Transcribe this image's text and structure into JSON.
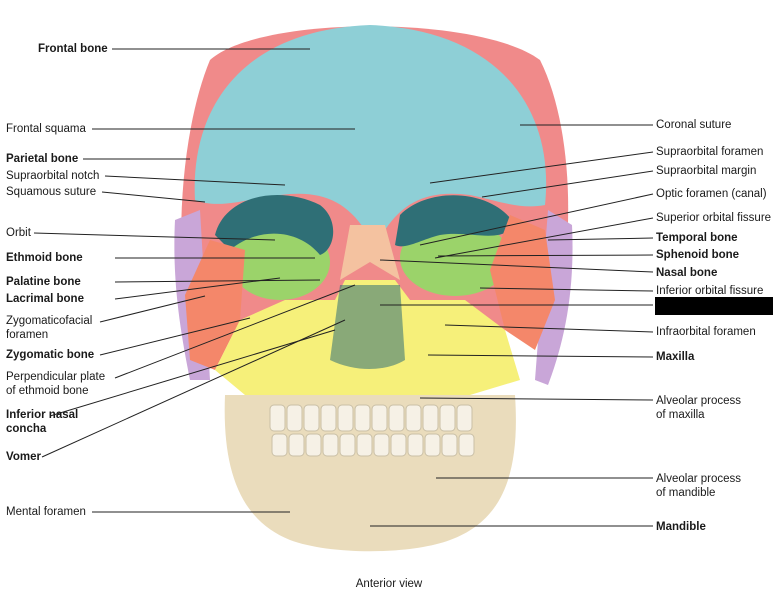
{
  "caption": "Anterior view",
  "left_labels": [
    {
      "id": "frontal-bone",
      "text": "Frontal bone",
      "bold": true
    },
    {
      "id": "frontal-squama",
      "text": "Frontal squama",
      "bold": false
    },
    {
      "id": "parietal-bone",
      "text": "Parietal bone",
      "bold": true
    },
    {
      "id": "supraorbital-notch",
      "text": "Supraorbital notch",
      "bold": false
    },
    {
      "id": "squamous-suture",
      "text": "Squamous suture",
      "bold": false
    },
    {
      "id": "orbit",
      "text": "Orbit",
      "bold": false
    },
    {
      "id": "ethmoid-bone",
      "text": "Ethmoid bone",
      "bold": true
    },
    {
      "id": "palatine-bone",
      "text": "Palatine bone",
      "bold": true
    },
    {
      "id": "lacrimal-bone",
      "text": "Lacrimal bone",
      "bold": true
    },
    {
      "id": "zygomaticofacial-foramen",
      "text": "Zygomaticofacial\nforamen",
      "bold": false
    },
    {
      "id": "zygomatic-bone",
      "text": "Zygomatic bone",
      "bold": true
    },
    {
      "id": "perpendicular-plate",
      "text": "Perpendicular plate\nof ethmoid bone",
      "bold": false
    },
    {
      "id": "inferior-nasal-concha",
      "text": "Inferior nasal\nconcha",
      "bold": true
    },
    {
      "id": "vomer",
      "text": "Vomer",
      "bold": true
    },
    {
      "id": "mental-foramen",
      "text": "Mental foramen",
      "bold": false
    }
  ],
  "right_labels": [
    {
      "id": "coronal-suture",
      "text": "Coronal suture",
      "bold": false
    },
    {
      "id": "supraorbital-foramen",
      "text": "Supraorbital foramen",
      "bold": false
    },
    {
      "id": "supraorbital-margin",
      "text": "Supraorbital margin",
      "bold": false
    },
    {
      "id": "optic-foramen",
      "text": "Optic foramen (canal)",
      "bold": false
    },
    {
      "id": "superior-orbital-fissure",
      "text": "Superior orbital fissure",
      "bold": false
    },
    {
      "id": "temporal-bone",
      "text": "Temporal bone",
      "bold": true
    },
    {
      "id": "sphenoid-bone",
      "text": "Sphenoid bone",
      "bold": true
    },
    {
      "id": "nasal-bone",
      "text": "Nasal bone",
      "bold": true
    },
    {
      "id": "inferior-orbital-fissure",
      "text": "Inferior orbital fissure",
      "bold": false
    },
    {
      "id": "redacted-label",
      "text": "",
      "bold": false
    },
    {
      "id": "infraorbital-foramen",
      "text": "Infraorbital foramen",
      "bold": false
    },
    {
      "id": "maxilla",
      "text": "Maxilla",
      "bold": true
    },
    {
      "id": "alveolar-maxilla",
      "text": "Alveolar process\nof maxilla",
      "bold": false
    },
    {
      "id": "alveolar-mandible",
      "text": "Alveolar process\nof mandible",
      "bold": false
    },
    {
      "id": "mandible",
      "text": "Mandible",
      "bold": true
    }
  ],
  "colors": {
    "frontal": "#8ecfd6",
    "parietal": "#f08a8a",
    "temporal": "#c9a6d8",
    "sphenoid": "#9bd36a",
    "zygomatic": "#f4876a",
    "maxilla": "#f6f07a",
    "mandible": "#eadcbc",
    "nasal": "#f4c2a0",
    "teeth": "#f6f1e6",
    "orbit": "#2f6f76"
  }
}
